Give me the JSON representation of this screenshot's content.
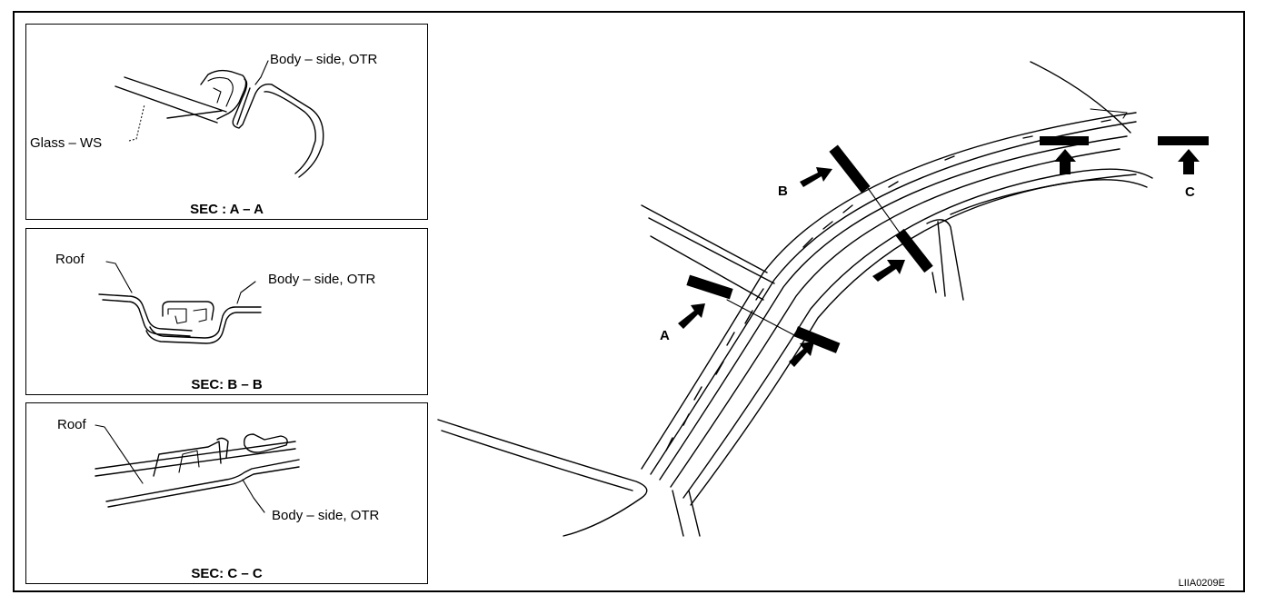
{
  "sections": {
    "a": {
      "title": "SEC : A – A",
      "labels": {
        "body_side": "Body – side, OTR",
        "glass": "Glass – WS"
      }
    },
    "b": {
      "title": "SEC: B – B",
      "labels": {
        "roof": "Roof",
        "body_side": "Body – side, OTR"
      }
    },
    "c": {
      "title": "SEC: C – C",
      "labels": {
        "roof": "Roof",
        "body_side": "Body – side, OTR"
      }
    }
  },
  "main": {
    "markers": {
      "a": "A",
      "b": "B",
      "c": "C"
    }
  },
  "figure_code": "LIIA0209E"
}
